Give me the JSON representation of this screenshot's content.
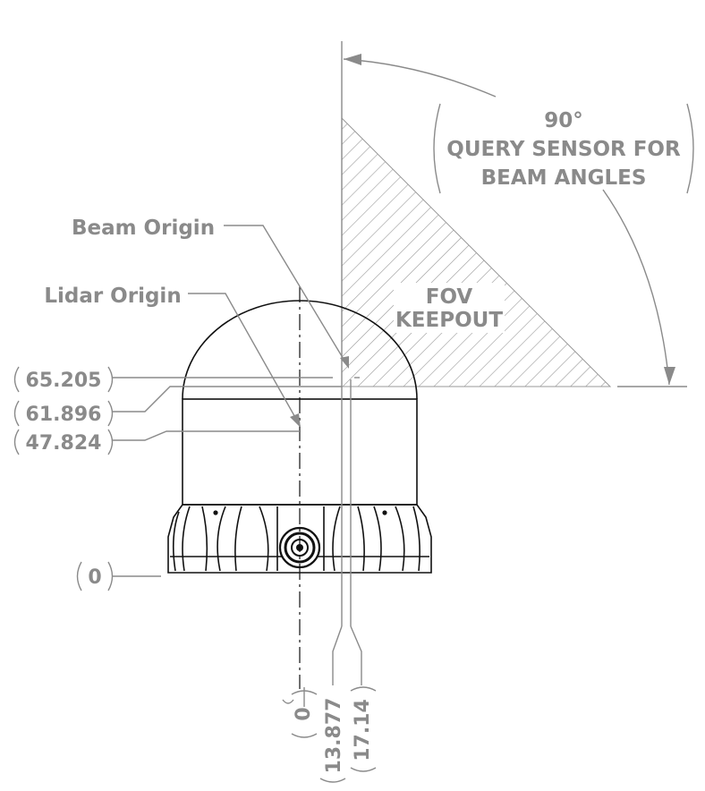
{
  "fov": {
    "angle_label": "90°",
    "query_line1": "QUERY SENSOR FOR",
    "query_line2": "BEAM ANGLES",
    "keepout_line1": "FOV",
    "keepout_line2": "KEEPOUT"
  },
  "labels": {
    "beam_origin": "Beam Origin",
    "lidar_origin": "Lidar Origin"
  },
  "vertical_dims": [
    "65.205",
    "61.896",
    "47.824",
    "0"
  ],
  "horizontal_dims": [
    "0",
    "13.877",
    "17.14"
  ],
  "colors": {
    "annotation": "#8a8a8a",
    "part_outline": "#111111",
    "background": "#ffffff"
  }
}
